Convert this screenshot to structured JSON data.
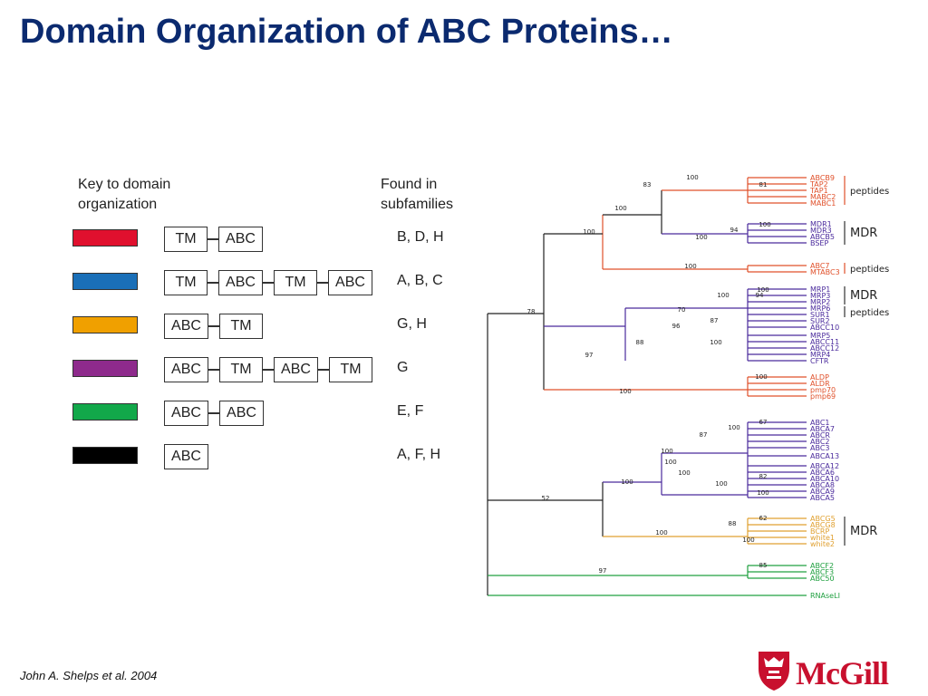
{
  "title": "Domain Organization of ABC Proteins…",
  "key": {
    "header_left": [
      "Key to domain",
      "organization"
    ],
    "header_right": [
      "Found in",
      "subfamilies"
    ],
    "rows": [
      {
        "color": "#e0102e",
        "domains": [
          "TM",
          "ABC"
        ],
        "subfamilies": "B, D, H"
      },
      {
        "color": "#1a6fb8",
        "domains": [
          "TM",
          "ABC",
          "TM",
          "ABC"
        ],
        "subfamilies": "A, B, C"
      },
      {
        "color": "#f0a000",
        "domains": [
          "ABC",
          "TM"
        ],
        "subfamilies": "G, H"
      },
      {
        "color": "#8e2a8c",
        "domains": [
          "ABC",
          "TM",
          "ABC",
          "TM"
        ],
        "subfamilies": "G"
      },
      {
        "color": "#12a84a",
        "domains": [
          "ABC",
          "ABC"
        ],
        "subfamilies": "E, F"
      },
      {
        "color": "#000000",
        "domains": [
          "ABC"
        ],
        "subfamilies": "A, F, H"
      }
    ]
  },
  "tree": {
    "colors": {
      "red": "#e0502a",
      "purple": "#4a2a9c",
      "orange": "#e0a030",
      "green": "#20a040",
      "black": "#222222"
    },
    "leaves": [
      {
        "label": "ABCB9",
        "color": "red"
      },
      {
        "label": "TAP2",
        "color": "red"
      },
      {
        "label": "TAP1",
        "color": "red"
      },
      {
        "label": "MABC2",
        "color": "red"
      },
      {
        "label": "MABC1",
        "color": "red"
      },
      {
        "label": "MDR1",
        "color": "purple"
      },
      {
        "label": "MDR3",
        "color": "purple"
      },
      {
        "label": "ABCB5",
        "color": "purple"
      },
      {
        "label": "BSEP",
        "color": "purple"
      },
      {
        "label": "ABC7",
        "color": "red"
      },
      {
        "label": "MTABC3",
        "color": "red"
      },
      {
        "label": "MRP1",
        "color": "purple"
      },
      {
        "label": "MRP3",
        "color": "purple"
      },
      {
        "label": "MRP2",
        "color": "purple"
      },
      {
        "label": "MRP6",
        "color": "purple"
      },
      {
        "label": "SUR1",
        "color": "purple"
      },
      {
        "label": "SUR2",
        "color": "purple"
      },
      {
        "label": "ABCC10",
        "color": "purple"
      },
      {
        "label": "MRP5",
        "color": "purple"
      },
      {
        "label": "ABCC11",
        "color": "purple"
      },
      {
        "label": "ABCC12",
        "color": "purple"
      },
      {
        "label": "MRP4",
        "color": "purple"
      },
      {
        "label": "CFTR",
        "color": "purple"
      },
      {
        "label": "ALDP",
        "color": "red"
      },
      {
        "label": "ALDR",
        "color": "red"
      },
      {
        "label": "pmp70",
        "color": "red"
      },
      {
        "label": "pmp69",
        "color": "red"
      },
      {
        "label": "ABC1",
        "color": "purple"
      },
      {
        "label": "ABCA7",
        "color": "purple"
      },
      {
        "label": "ABCR",
        "color": "purple"
      },
      {
        "label": "ABC2",
        "color": "purple"
      },
      {
        "label": "ABC3",
        "color": "purple"
      },
      {
        "label": "ABCA13",
        "color": "purple"
      },
      {
        "label": "ABCA12",
        "color": "purple"
      },
      {
        "label": "ABCA6",
        "color": "purple"
      },
      {
        "label": "ABCA10",
        "color": "purple"
      },
      {
        "label": "ABCA8",
        "color": "purple"
      },
      {
        "label": "ABCA9",
        "color": "purple"
      },
      {
        "label": "ABCA5",
        "color": "purple"
      },
      {
        "label": "ABCG5",
        "color": "orange"
      },
      {
        "label": "ABCG8",
        "color": "orange"
      },
      {
        "label": "BCRP",
        "color": "orange"
      },
      {
        "label": "white1",
        "color": "orange"
      },
      {
        "label": "white2",
        "color": "orange"
      },
      {
        "label": "ABCF2",
        "color": "green"
      },
      {
        "label": "ABCF3",
        "color": "green"
      },
      {
        "label": "ABC50",
        "color": "green"
      },
      {
        "label": "RNAseLI",
        "color": "green"
      }
    ],
    "bootstrap": [
      "100",
      "83",
      "81",
      "100",
      "100",
      "100",
      "94",
      "100",
      "100",
      "78",
      "94",
      "100",
      "70",
      "100",
      "87",
      "96",
      "100",
      "88",
      "97",
      "100",
      "100",
      "67",
      "100",
      "87",
      "100",
      "100",
      "100",
      "82",
      "100",
      "100",
      "100",
      "52",
      "62",
      "88",
      "100",
      "100",
      "85",
      "97"
    ],
    "groups": [
      {
        "label": "peptides"
      },
      {
        "label": "MDR"
      },
      {
        "label": "peptides"
      },
      {
        "label": "MDR"
      },
      {
        "label": "peptides"
      },
      {
        "label": "MDR"
      }
    ]
  },
  "citation": "John A. Shelps et al.  2004",
  "logo": {
    "text": "McGill",
    "color": "#c8102e"
  }
}
